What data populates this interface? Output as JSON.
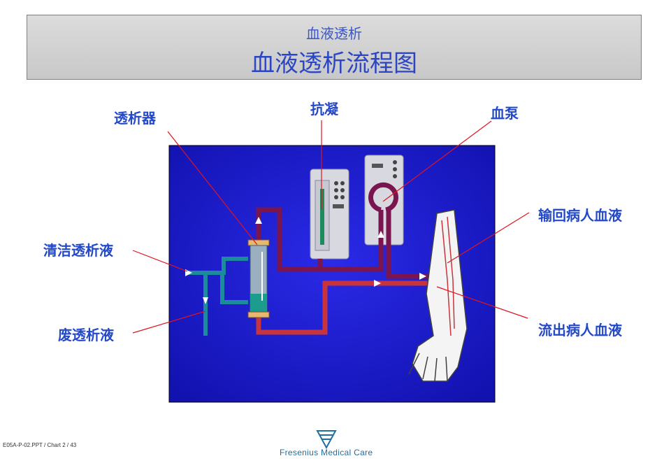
{
  "header": {
    "subtitle": "血液透析",
    "title": "血液透析流程图"
  },
  "labels": {
    "dialyzer": "透析器",
    "anticoagulant": "抗凝",
    "blood_pump": "血泵",
    "clean_dialysate": "清洁透析液",
    "waste_dialysate": "废透析液",
    "return_blood": "输回病人血液",
    "outflow_blood": "流出病人血液"
  },
  "footer": {
    "slide_ref": "E05A-P-02.PPT / Chart 2 / 43",
    "brand": "Fresenius Medical Care"
  },
  "colors": {
    "title": "#2b45c4",
    "panel": "#1a1acc",
    "arterial": "#c8343c",
    "venous": "#7a1550",
    "dialysate": "#1c8c9c",
    "pointer": "#e0141e"
  }
}
